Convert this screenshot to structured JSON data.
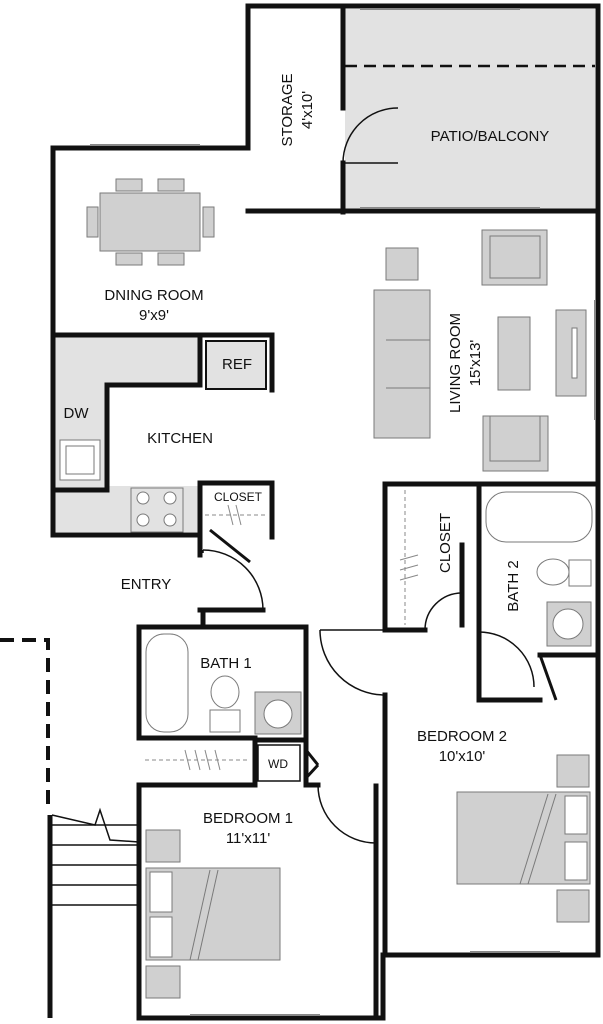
{
  "rooms": {
    "storage": {
      "name": "STORAGE",
      "size": "4'x10'"
    },
    "patio": {
      "name": "PATIO/BALCONY"
    },
    "dining": {
      "name": "DNING ROOM",
      "size": "9'x9'"
    },
    "living": {
      "name": "LIVING ROOM",
      "size": "15'x13'"
    },
    "kitchen": {
      "name": "KITCHEN"
    },
    "ref": {
      "name": "REF"
    },
    "dw": {
      "name": "DW"
    },
    "kitchen_closet": {
      "name": "CLOSET"
    },
    "entry": {
      "name": "ENTRY"
    },
    "hall_closet": {
      "name": "CLOSET"
    },
    "bath2": {
      "name": "BATH 2"
    },
    "bath1": {
      "name": "BATH 1"
    },
    "wd": {
      "name": "WD"
    },
    "bedroom1": {
      "name": "BEDROOM 1",
      "size": "11'x11'"
    },
    "bedroom2": {
      "name": "BEDROOM 2",
      "size": "10'x10'"
    }
  },
  "colors": {
    "wall": "#111111",
    "fill_gray": "#e2e2e2",
    "furniture": "#d0d0d0",
    "furniture_stroke": "#7a7a7a"
  }
}
